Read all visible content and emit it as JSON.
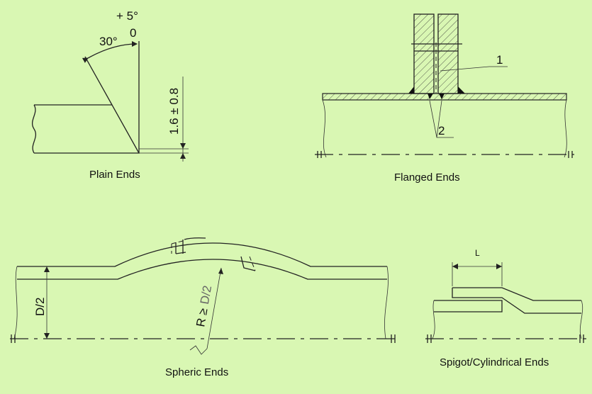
{
  "captions": {
    "plain": "Plain Ends",
    "flanged": "Flanged Ends",
    "spheric": "Spheric Ends",
    "spigot": "Spigot/Cylindrical Ends"
  },
  "dimensions": {
    "tolerance_plus": "+ 5°",
    "tolerance_zero": "0",
    "angle": "30°",
    "root_face": "1.6 ± 0.8",
    "callout_1": "1",
    "callout_2": "2",
    "half_diameter": "D/2",
    "radius_prefix": "R ≥",
    "radius_value": "D/2",
    "length": "L"
  }
}
